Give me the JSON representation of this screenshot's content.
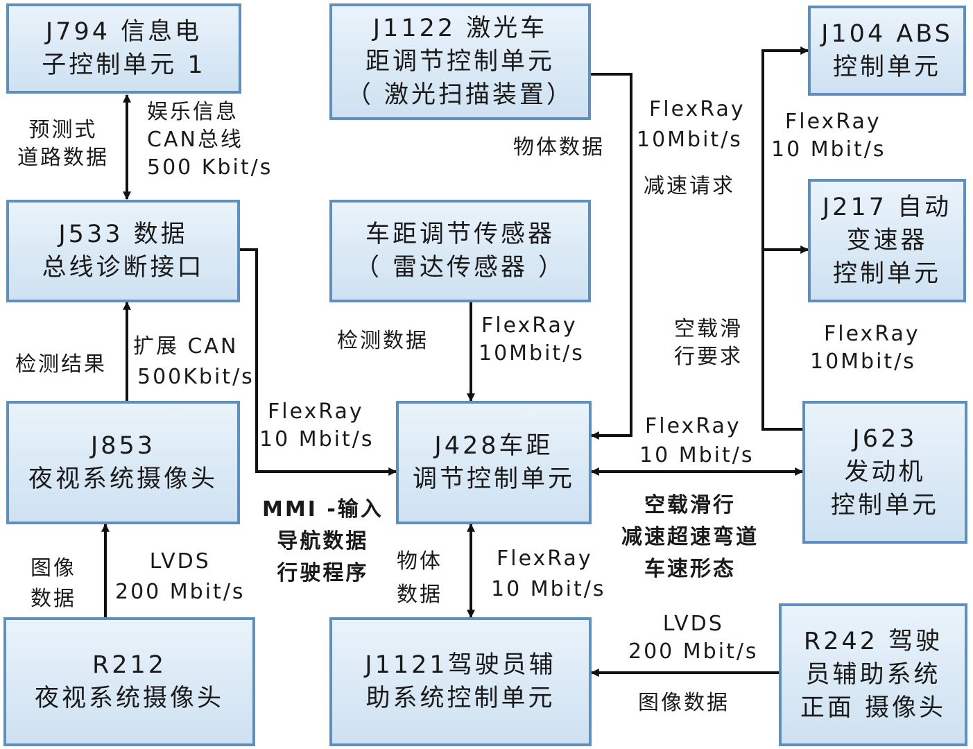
{
  "boxes": {
    "j794": [
      "J794 信息电",
      "子控制单元 1"
    ],
    "j1122": [
      "J1122 激光车",
      "距调节控制单元",
      "（ 激光扫描装置）"
    ],
    "j104": [
      "J104 ABS",
      "控制单元"
    ],
    "j533": [
      "J533  数据",
      "总线诊断接口"
    ],
    "radar": [
      "车距调节传感器",
      "（ 雷达传感器 ）"
    ],
    "j217": [
      "J217 自动",
      "变速器",
      "控制单元"
    ],
    "j853": [
      "J853",
      "夜视系统摄像头"
    ],
    "j428": [
      "J428车距",
      "调节控制单元"
    ],
    "j623": [
      "J623",
      "发动机",
      "控制单元"
    ],
    "r212": [
      "R212",
      "夜视系统摄像头"
    ],
    "j1121": [
      "J1121驾驶员辅",
      "助系统控制单元"
    ],
    "r242": [
      "R242 驾驶",
      "员辅助系统",
      "正面 摄像头"
    ]
  },
  "labels": {
    "predictive_road": [
      "预测式",
      "道路数据"
    ],
    "infotainment_can": [
      "娱乐信息",
      "CAN总线",
      "500 Kbit/s"
    ],
    "object_data_top": "物体数据",
    "flexray_right_top": [
      "FlexRay",
      "10Mbit/s"
    ],
    "decel_request": "减速请求",
    "flexray_abs": [
      "FlexRay",
      "10  Mbit/s"
    ],
    "detection_result": "检测结果",
    "ext_can": [
      "扩展 CAN",
      "500Kbit/s"
    ],
    "detection_data": "检测数据",
    "flexray_radar": [
      "FlexRay",
      "10Mbit/s"
    ],
    "coast_request": [
      "空载滑",
      "行要求"
    ],
    "flexray_j217": [
      "FlexRay",
      "10Mbit/s"
    ],
    "flexray_j533": [
      "FlexRay",
      "10  Mbit/s"
    ],
    "flexray_j623": [
      "FlexRay",
      "10 Mbit/s"
    ],
    "coast_states": [
      "空载滑行",
      "减速超速弯道",
      "车速形态"
    ],
    "mmi": [
      "MMI -输入",
      "导航数据",
      "行驶程序"
    ],
    "image_data_left": [
      "图像",
      "数据"
    ],
    "lvds_left": [
      "LVDS",
      "200 Mbit/s"
    ],
    "object_data_bottom": [
      "物体",
      "数据"
    ],
    "flexray_j1121": [
      "FlexRay",
      "10 Mbit/s"
    ],
    "lvds_right": [
      "LVDS",
      "200 Mbit/s"
    ],
    "image_data_right": "图像数据"
  }
}
